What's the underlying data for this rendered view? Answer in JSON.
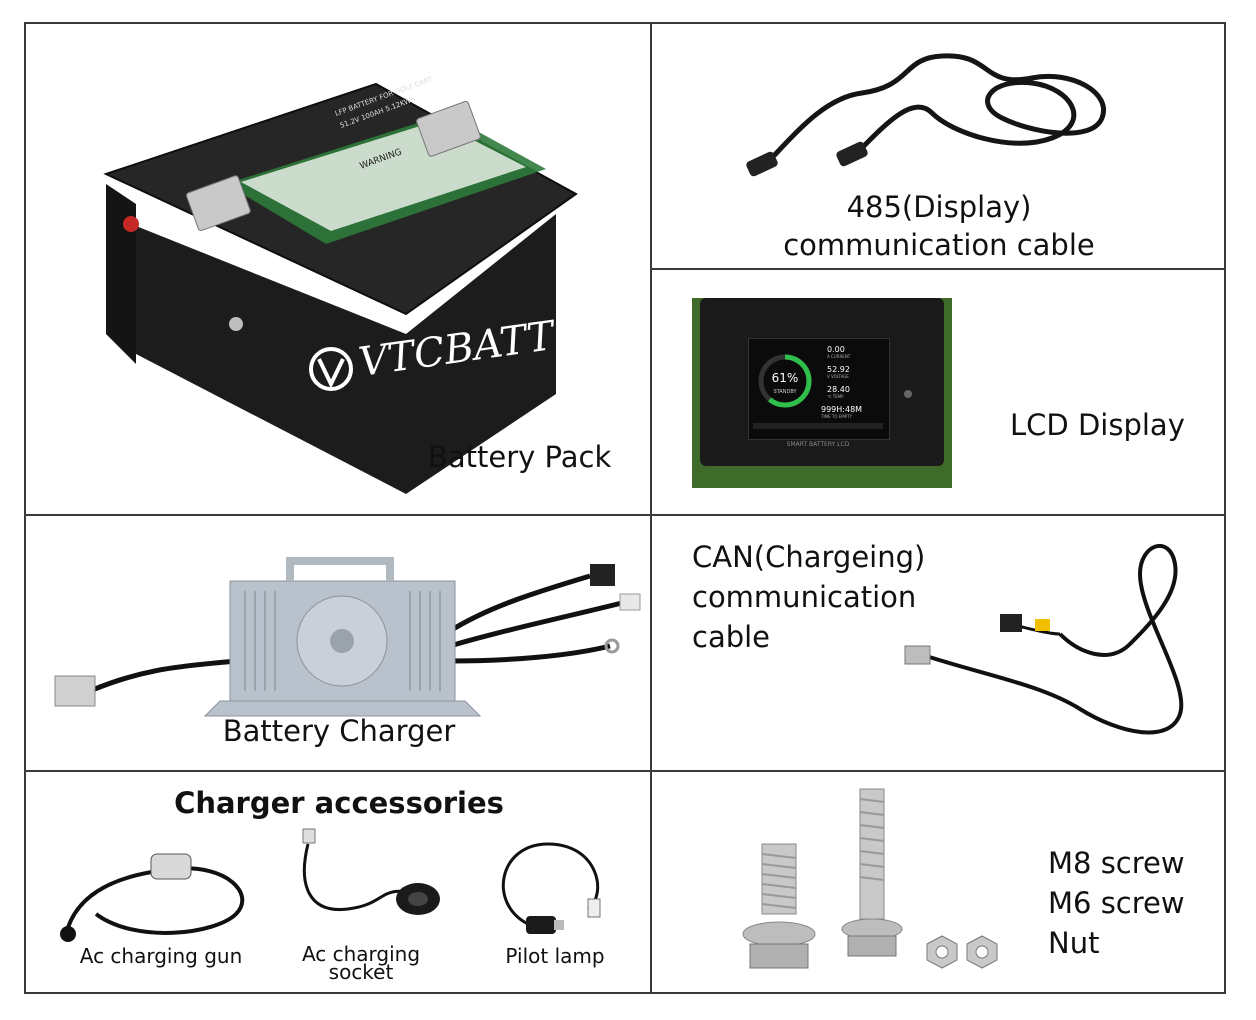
{
  "cells": {
    "battery_pack": {
      "label": "Battery Pack",
      "brand": "VTCBATT",
      "warning": "WARNING",
      "top_label": "LFP BATTERY FOR GOLF CART",
      "spec_label": "51.2V 100AH 5.12KWh"
    },
    "cable_485": {
      "label_line1": "485(Display)",
      "label_line2": "communication cable"
    },
    "lcd_display": {
      "label": "LCD Display",
      "screen": {
        "percent": "61%",
        "state": "STANDBY",
        "current": "0.00",
        "current_unit": "A CURRENT",
        "voltage": "52.92",
        "voltage_unit": "V VOLTAGE",
        "temp": "28.40",
        "temp_unit": "℃ TEMP",
        "time": "999H:48M",
        "time_unit": "TIME TO EMPTY",
        "brand": "SMART BATTERY LCD"
      },
      "soc_percent": 61
    },
    "charger": {
      "label": "Battery Charger"
    },
    "can_cable": {
      "label_line1": "CAN(Chargeing)",
      "label_line2": "communication",
      "label_line3": "cable"
    },
    "accessories": {
      "title": "Charger accessories",
      "items": [
        {
          "label": "Ac charging gun"
        },
        {
          "label_line1": "Ac charging",
          "label_line2": "socket"
        },
        {
          "label": "Pilot lamp"
        }
      ]
    },
    "screws": {
      "line1": "M8 screw",
      "line2": "M6 screw",
      "line3": "Nut"
    }
  },
  "colors": {
    "border": "#3a3a3a",
    "battery_body": "#1c1c1c",
    "charger_body": "#b9c2cc",
    "lcd_green": "#2fbf4a",
    "grass": "#3f6b2a",
    "steel": "#c9c9c9"
  }
}
